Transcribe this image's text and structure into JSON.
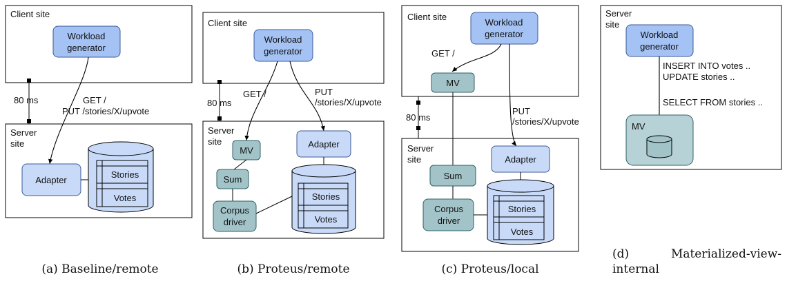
{
  "panels": {
    "a": {
      "client_site": "Client site",
      "workload": [
        "Workload",
        "generator"
      ],
      "latency": "80 ms",
      "request": [
        "GET /",
        "PUT /stories/X/upvote"
      ],
      "server_site": [
        "Server",
        "site"
      ],
      "adapter": "Adapter",
      "stories": "Stories",
      "votes": "Votes",
      "caption": "(a) Baseline/remote"
    },
    "b": {
      "client_site": "Client site",
      "workload": [
        "Workload",
        "generator"
      ],
      "latency": "80 ms",
      "get": "GET /",
      "put": [
        "PUT",
        "/stories/X/upvote"
      ],
      "server_site": [
        "Server",
        "site"
      ],
      "mv": "MV",
      "sum": "Sum",
      "corpus": [
        "Corpus",
        "driver"
      ],
      "adapter": "Adapter",
      "stories": "Stories",
      "votes": "Votes",
      "caption": "(b) Proteus/remote"
    },
    "c": {
      "client_site": "Client site",
      "workload": [
        "Workload",
        "generator"
      ],
      "get": "GET /",
      "mv": "MV",
      "latency": "80 ms",
      "put": [
        "PUT",
        "/stories/X/upvote"
      ],
      "server_site": [
        "Server",
        "site"
      ],
      "sum": "Sum",
      "corpus": [
        "Corpus",
        "driver"
      ],
      "adapter": "Adapter",
      "stories": "Stories",
      "votes": "Votes",
      "caption": "(c) Proteus/local"
    },
    "d": {
      "server_site": [
        "Server",
        "site"
      ],
      "workload": [
        "Workload",
        "generator"
      ],
      "queries": [
        "INSERT INTO votes ..",
        "UPDATE stories ..",
        "SELECT FROM stories .."
      ],
      "mv": "MV",
      "caption": [
        "(d)",
        "Materialized-view-",
        "internal"
      ]
    }
  }
}
